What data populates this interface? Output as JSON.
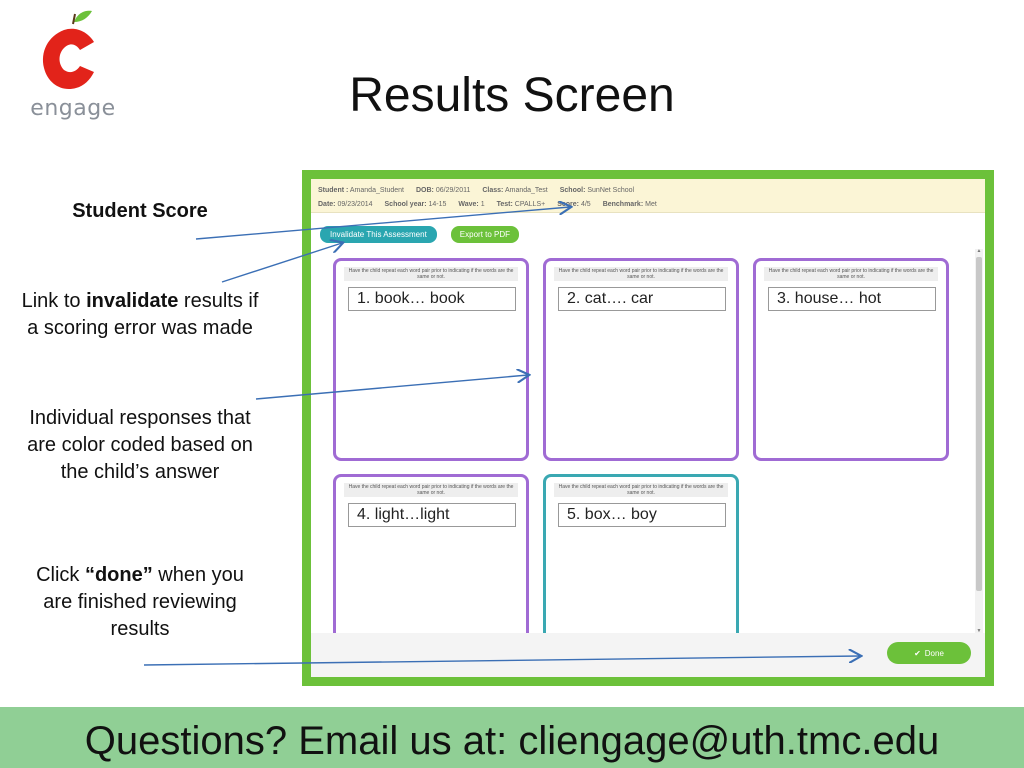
{
  "logo": {
    "text": "engage",
    "icon": "apple-c-logo-icon",
    "colors": {
      "apple": "#e2231a",
      "leaf": "#6cc13a",
      "text": "#8a9099"
    }
  },
  "title": "Results Screen",
  "annotations": {
    "student_score": "Student Score",
    "invalidate": {
      "before": "Link to ",
      "bold": "invalidate",
      "after": " results if a scoring error was made"
    },
    "individual": "Individual responses that are color coded based on the child’s answer",
    "done": {
      "before": "Click ",
      "bold": "“done”",
      "after": " when you are finished reviewing results"
    }
  },
  "app": {
    "info_row1": [
      {
        "key": "Student :",
        "value": "Amanda_Student"
      },
      {
        "key": "DOB:",
        "value": "06/29/2011"
      },
      {
        "key": "Class:",
        "value": "Amanda_Test"
      },
      {
        "key": "School:",
        "value": "SunNet School"
      }
    ],
    "info_row2": [
      {
        "key": "Date:",
        "value": "09/23/2014"
      },
      {
        "key": "School year:",
        "value": "14-15"
      },
      {
        "key": "Wave:",
        "value": "1"
      },
      {
        "key": "Test:",
        "value": "CPALLS+"
      },
      {
        "key": "Score:",
        "value": "4/5"
      },
      {
        "key": "Benchmark:",
        "value": "Met"
      }
    ],
    "invalidate_label": "Invalidate This Assessment",
    "export_label": "Export to PDF",
    "instruction": "Have the child repeat each word pair prior to indicating if the words are the same or not.",
    "cards": [
      {
        "word": "1.  book… book"
      },
      {
        "word": "2.  cat…. car"
      },
      {
        "word": "3.  house… hot"
      },
      {
        "word": "4.  light…light"
      },
      {
        "word": "5.  box… boy"
      }
    ],
    "done_label": "Done",
    "colors": {
      "incorrect_border": "#a06bd4",
      "correct_border": "#3aa8b2",
      "frame": "#6cc13a"
    }
  },
  "banner": {
    "text": "Questions?  Email us at: cliengage@uth.tmc.edu"
  }
}
